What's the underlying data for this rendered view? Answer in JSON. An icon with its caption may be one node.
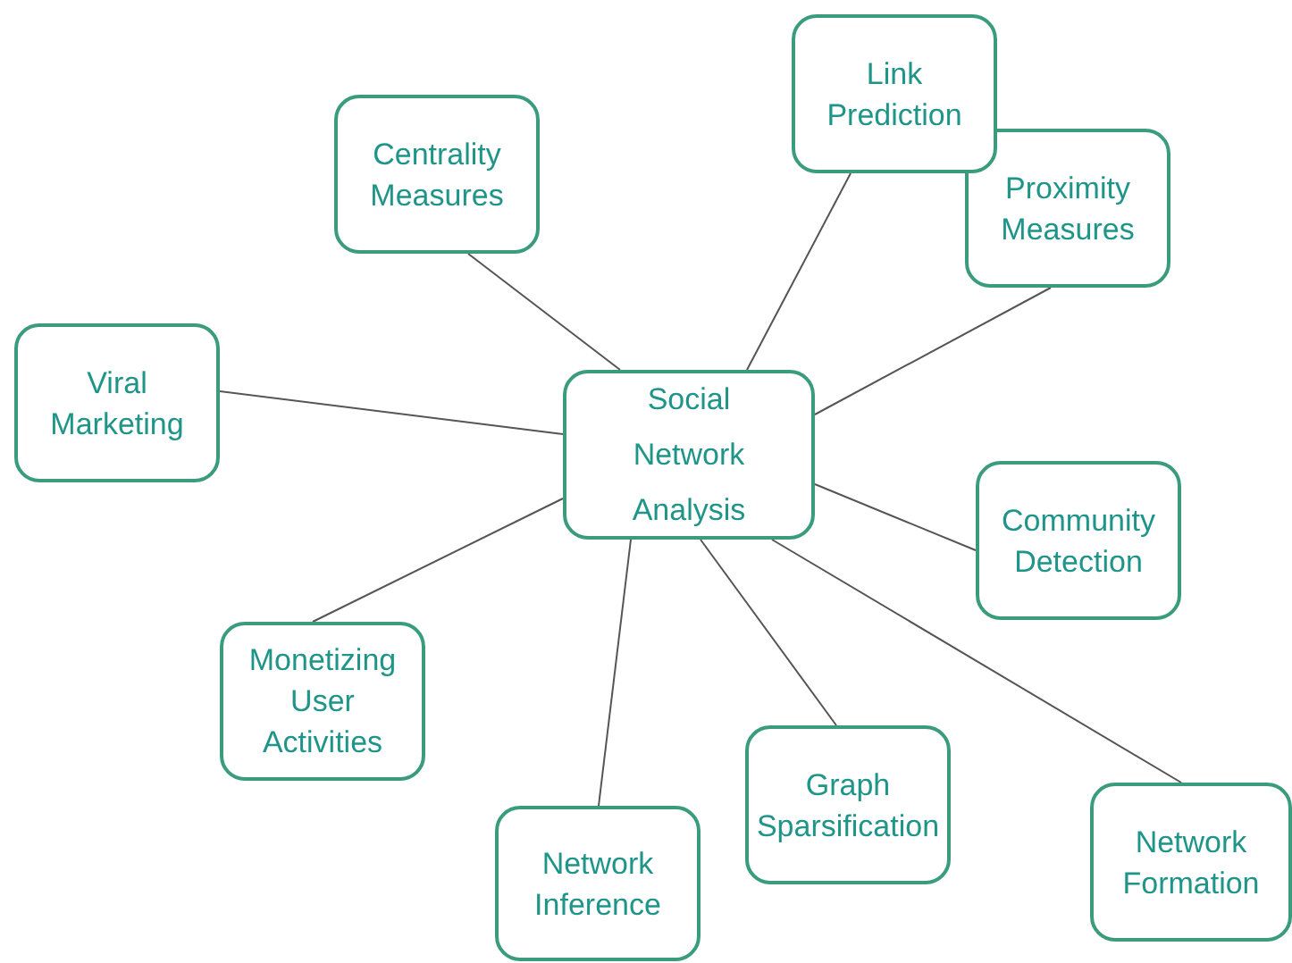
{
  "diagram": {
    "nodes": [
      {
        "text": [
          "Social Network Analysis"
        ]
      },
      {
        "text": [
          "Centrality Measures"
        ]
      },
      {
        "text": [
          "Link Prediction"
        ]
      },
      {
        "text": [
          "Proximity Measures"
        ]
      },
      {
        "text": [
          "Viral Marketing"
        ]
      },
      {
        "text": [
          "Community Detection"
        ]
      },
      {
        "text": [
          "Monetizing User Activities"
        ]
      },
      {
        "text": [
          "Network Inference"
        ]
      },
      {
        "text": [
          "Graph Sparsification"
        ]
      },
      {
        "text": [
          "Network Formation"
        ]
      }
    ],
    "edges": [
      {
        "from": 0,
        "to": 1,
        "arrow": "none"
      },
      {
        "from": 0,
        "to": 2,
        "arrow": "none"
      },
      {
        "from": 0,
        "to": 3,
        "arrow": "none"
      },
      {
        "from": 0,
        "to": 4,
        "arrow": "none"
      },
      {
        "from": 0,
        "to": 5,
        "arrow": "none"
      },
      {
        "from": 0,
        "to": 6,
        "arrow": "none"
      },
      {
        "from": 0,
        "to": 7,
        "arrow": "none"
      },
      {
        "from": 0,
        "to": 8,
        "arrow": "none"
      },
      {
        "from": 0,
        "to": 9,
        "arrow": "none"
      }
    ]
  }
}
